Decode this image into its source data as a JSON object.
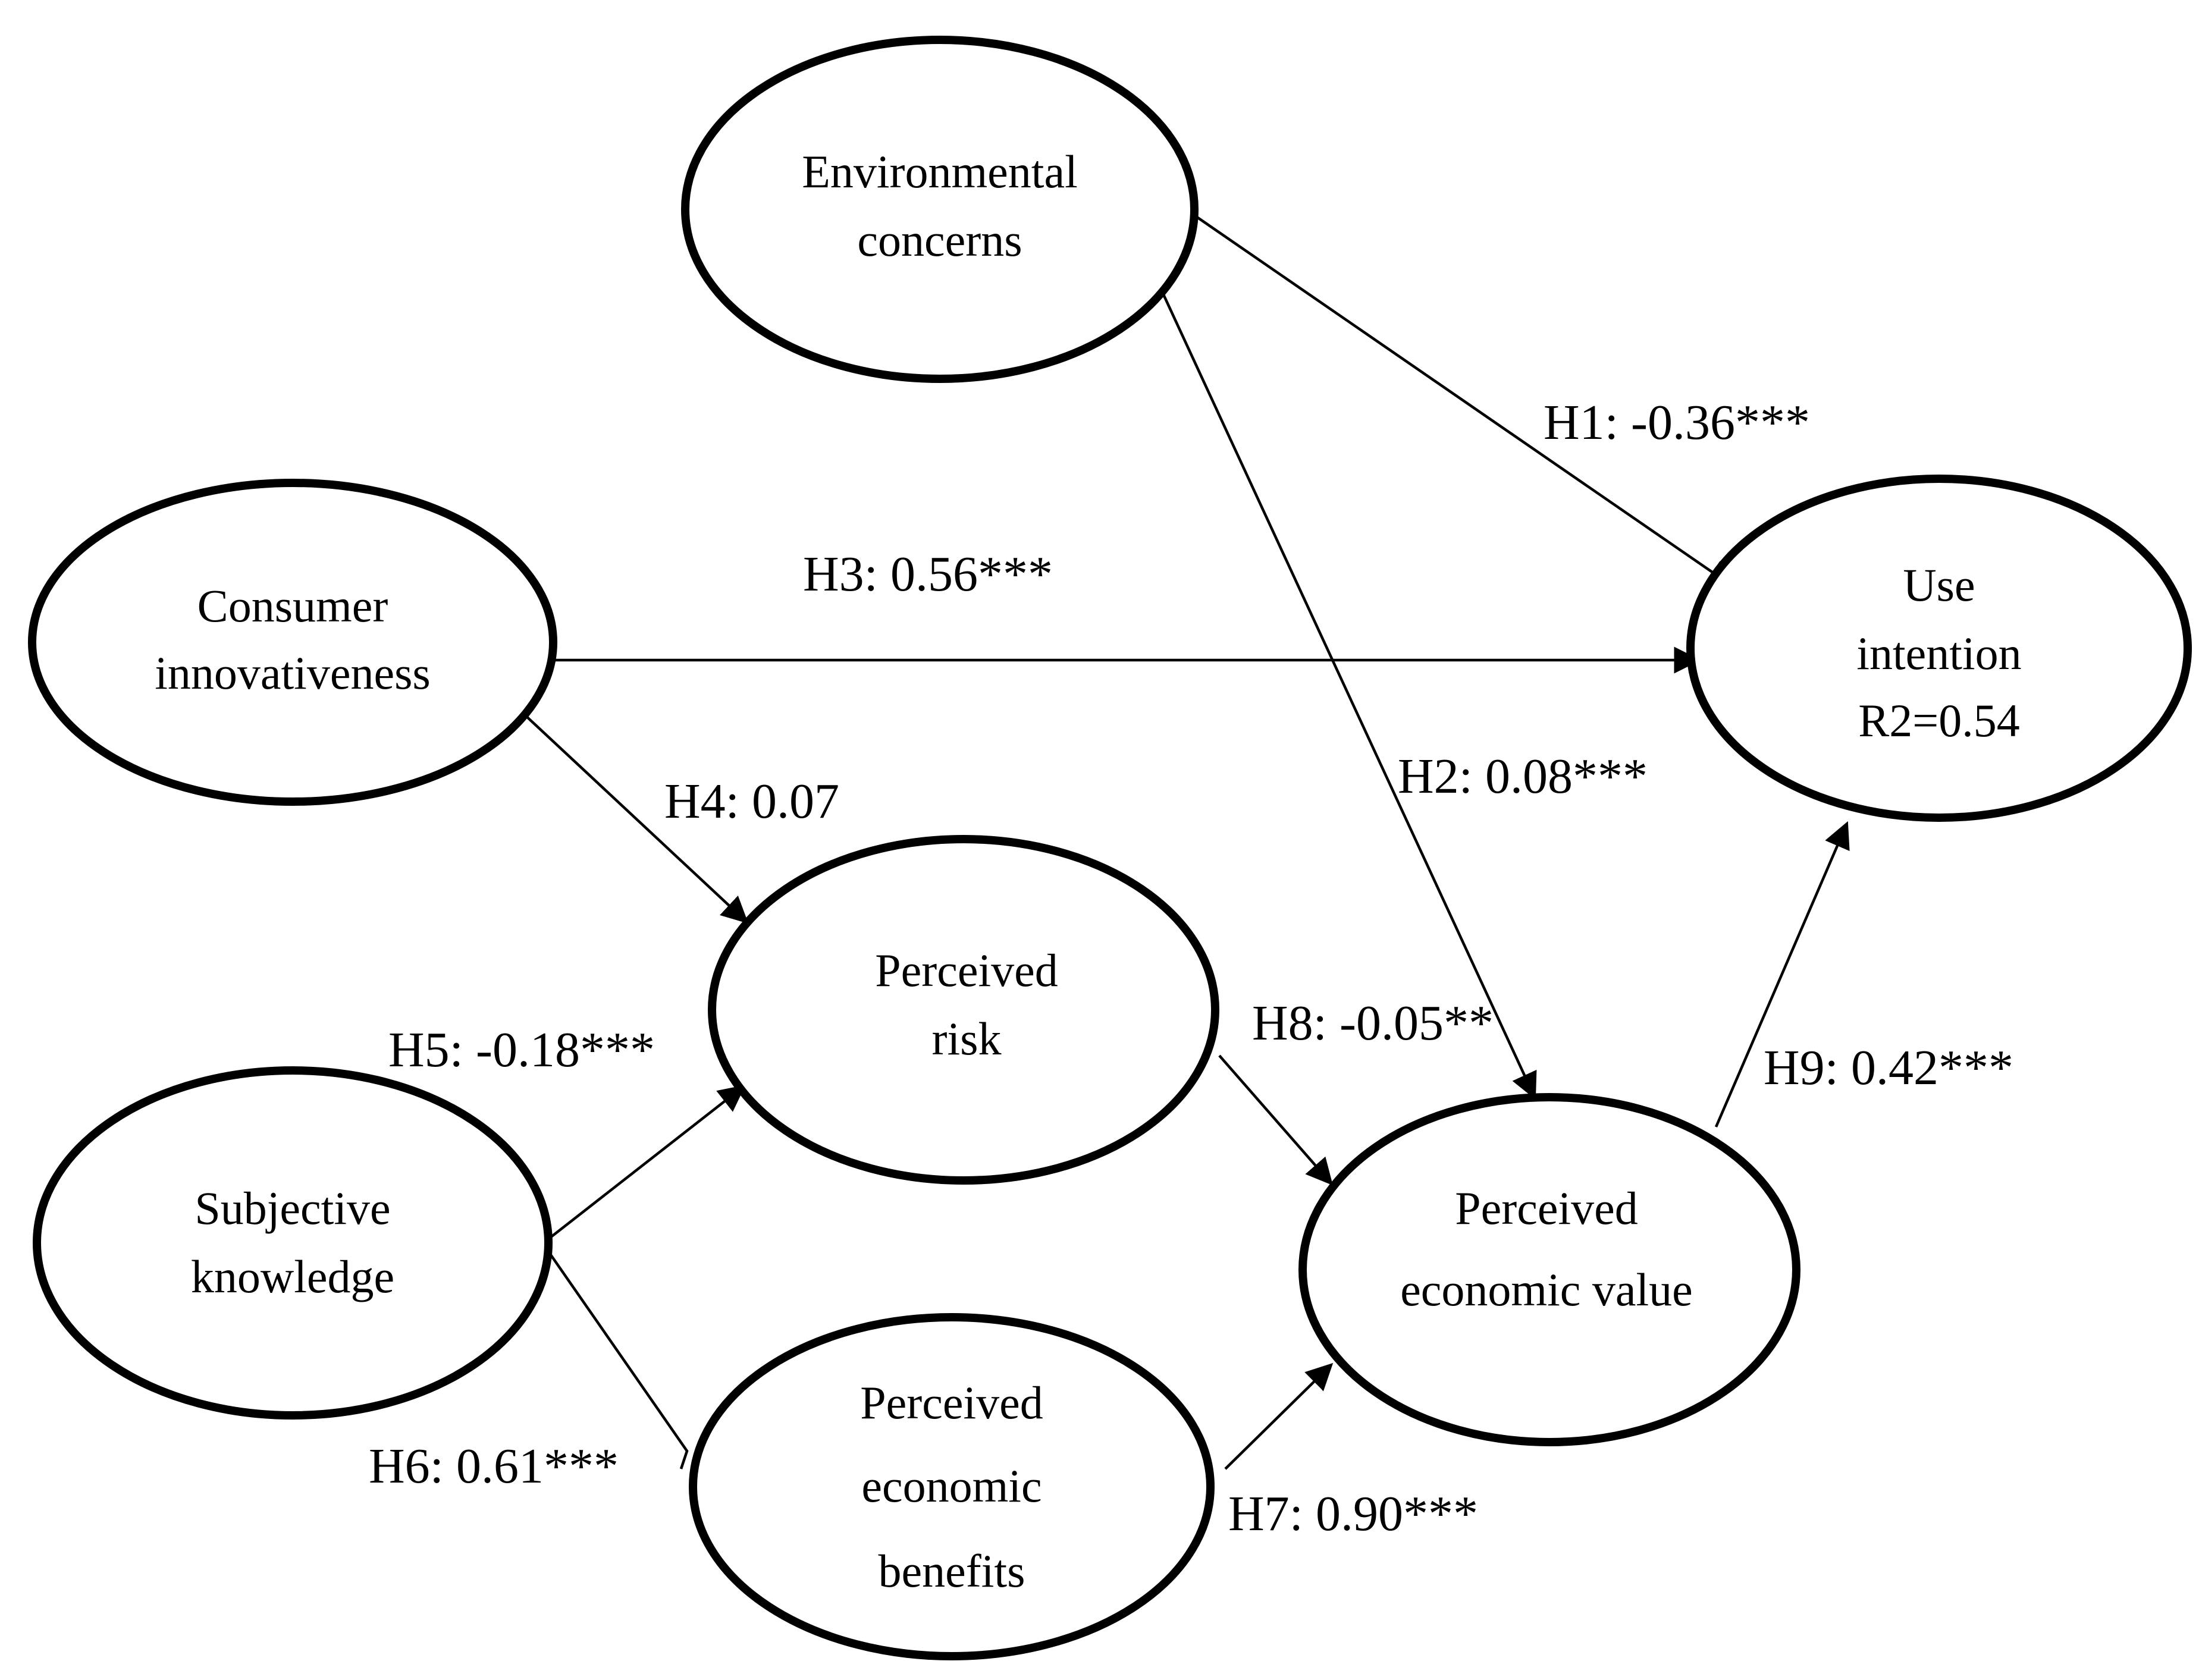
{
  "nodes": {
    "environmental": {
      "lines": [
        "Environmental",
        "concerns"
      ]
    },
    "innovativeness": {
      "lines": [
        "Consumer",
        "innovativeness"
      ]
    },
    "use_intention": {
      "lines": [
        "Use",
        "intention",
        "R2=0.54"
      ]
    },
    "perceived_risk": {
      "lines": [
        "Perceived",
        "risk"
      ]
    },
    "subjective_knowledge": {
      "lines": [
        "Subjective",
        "knowledge"
      ]
    },
    "perceived_value": {
      "lines": [
        "Perceived",
        "economic value"
      ]
    },
    "perceived_benefits": {
      "lines": [
        "Perceived",
        "economic",
        "benefits"
      ]
    }
  },
  "edges": {
    "h1": {
      "label": "H1: -0.36***"
    },
    "h2": {
      "label": "H2: 0.08***"
    },
    "h3": {
      "label": "H3: 0.56***"
    },
    "h4": {
      "label": "H4: 0.07"
    },
    "h5": {
      "label": "H5: -0.18***"
    },
    "h6": {
      "label": "H6: 0.61***"
    },
    "h7": {
      "label": "H7: 0.90***"
    },
    "h8": {
      "label": "H8: -0.05**"
    },
    "h9": {
      "label": "H9: 0.42***"
    }
  }
}
